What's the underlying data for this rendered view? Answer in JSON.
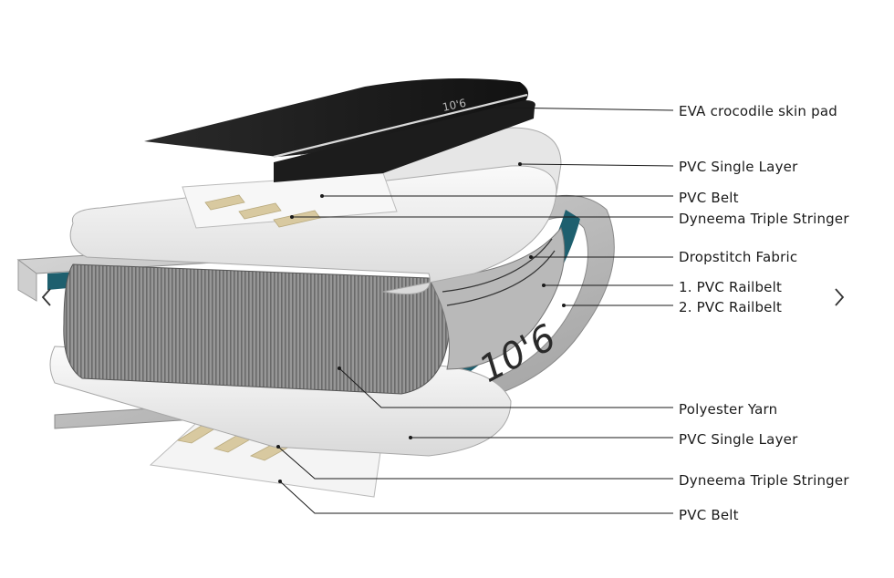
{
  "diagram": {
    "labels": [
      {
        "key": "eva",
        "text": "EVA crocodile skin pad"
      },
      {
        "key": "pvc_top",
        "text": "PVC Single Layer"
      },
      {
        "key": "belt_top",
        "text": "PVC Belt"
      },
      {
        "key": "stringer_top",
        "text": "Dyneema Triple Stringer"
      },
      {
        "key": "dropstitch",
        "text": "Dropstitch Fabric"
      },
      {
        "key": "rail1",
        "text": "1. PVC Railbelt"
      },
      {
        "key": "rail2",
        "text": "2. PVC Railbelt"
      },
      {
        "key": "yarn",
        "text": "Polyester Yarn"
      },
      {
        "key": "pvc_bottom",
        "text": "PVC Single Layer"
      },
      {
        "key": "stringer_bottom",
        "text": "Dyneema Triple Stringer"
      },
      {
        "key": "belt_bottom",
        "text": "PVC Belt"
      }
    ],
    "board_marking": "10'6",
    "pad_marking": "10'6"
  },
  "navigation": {
    "prev_icon": "chevron-left-icon",
    "next_icon": "chevron-right-icon"
  },
  "colors": {
    "pad": "#1c1c1c",
    "teal": "#1e5f6e",
    "stringer": "#d8c9a0",
    "pvc": "#efefef",
    "leader": "#1a1a1a"
  }
}
